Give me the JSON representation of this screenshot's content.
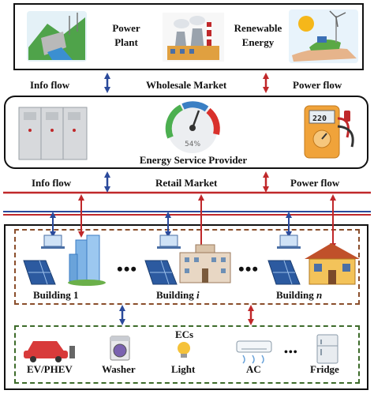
{
  "top": {
    "power_plant": "Power\nPlant",
    "renewable": "Renewable\nEnergy"
  },
  "upper_flows": {
    "info": "Info flow",
    "market": "Wholesale Market",
    "power": "Power flow"
  },
  "esp": {
    "title": "Energy Service Provider",
    "gauge_value": "54%",
    "meter_reading": "220"
  },
  "lower_flows": {
    "info": "Info flow",
    "market": "Retail Market",
    "power": "Power flow"
  },
  "buildings": [
    {
      "label": "Building ",
      "suffix": "1"
    },
    {
      "label": "Building ",
      "suffix": "i"
    },
    {
      "label": "Building ",
      "suffix": "n"
    }
  ],
  "ellipsis": "•••",
  "ecs_label": "ECs",
  "appliances": [
    "EV/PHEV",
    "Washer",
    "Light",
    "AC",
    "Fridge"
  ],
  "colors": {
    "info_arrow": "#2b4a9b",
    "power_arrow": "#c0282a",
    "bus_red": "#c0282a",
    "bus_blue": "#2b4a9b",
    "dashed": "#8a4e2b",
    "dashed_green": "#3d6b2a"
  }
}
